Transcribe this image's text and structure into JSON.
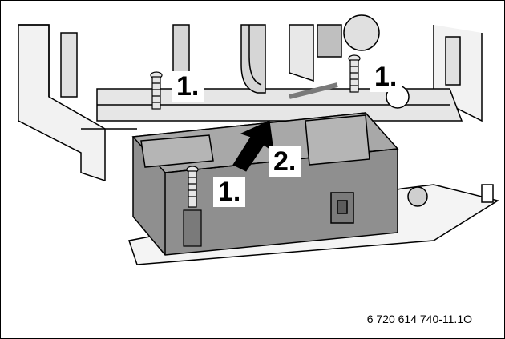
{
  "steps": {
    "screw_left": "1.",
    "screw_right": "1.",
    "screw_front": "1.",
    "lift_arrow": "2."
  },
  "figure_code": "6 720 614 740-11.1O",
  "colors": {
    "frame_gray": "#bfbfbf",
    "housing_gray": "#9a9a9a",
    "housing_dark": "#6f6f6f",
    "line": "#000000",
    "arrow": "#000000"
  }
}
